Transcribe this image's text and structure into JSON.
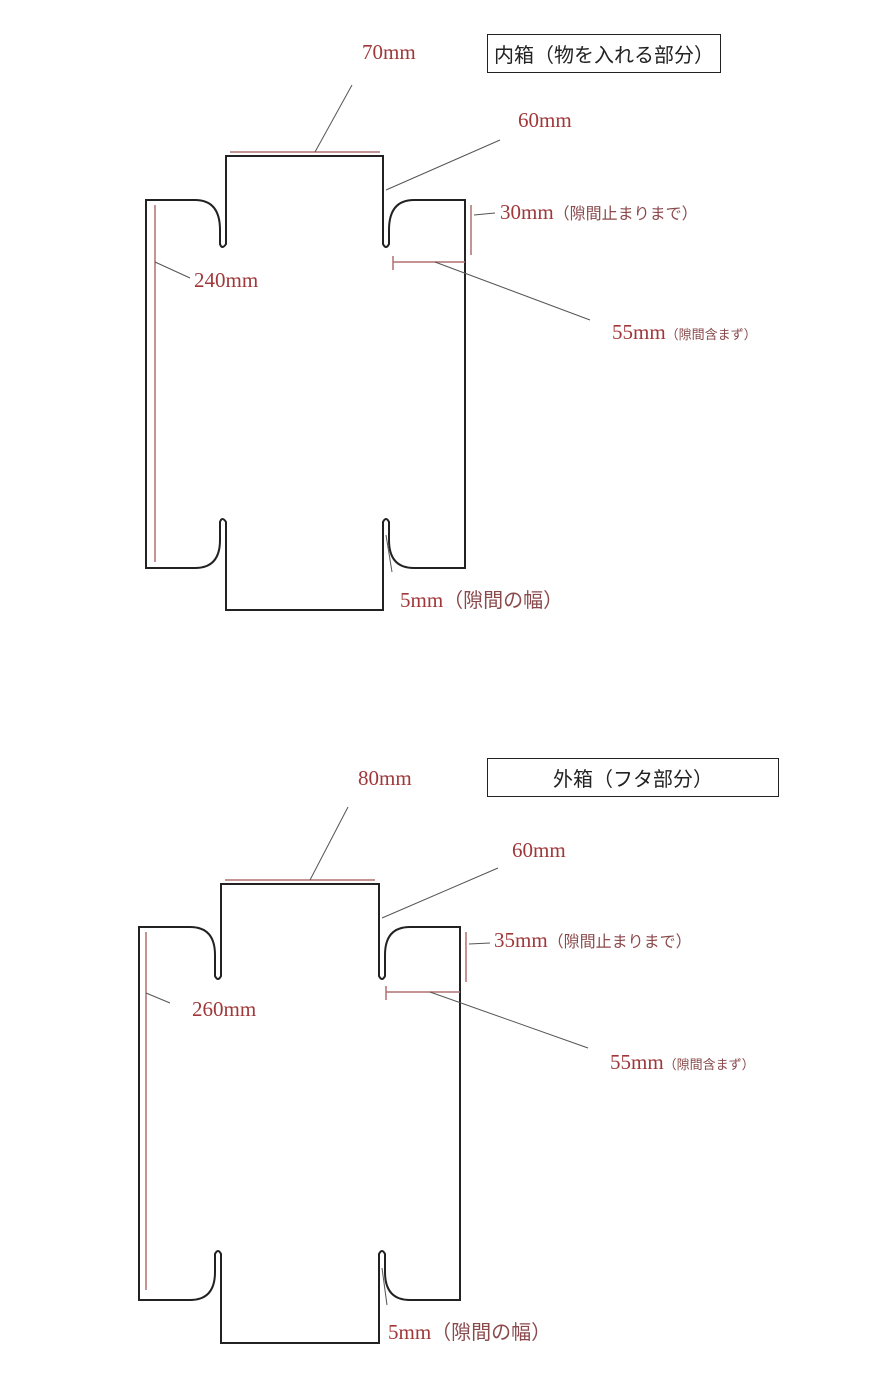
{
  "diagrams": [
    {
      "title": "内箱（物を入れる部分）",
      "labels": {
        "top_width": "70mm",
        "flap_height": "60mm",
        "slit_depth": "30mm",
        "slit_depth_note": "（隙間止まりまで）",
        "total_length": "240mm",
        "side_width": "55mm",
        "side_width_note": "（隙間含まず）",
        "slit_width": "5mm",
        "slit_width_note": "（隙間の幅）"
      }
    },
    {
      "title": "外箱（フタ部分）",
      "labels": {
        "top_width": "80mm",
        "flap_height": "60mm",
        "slit_depth": "35mm",
        "slit_depth_note": "（隙間止まりまで）",
        "total_length": "260mm",
        "side_width": "55mm",
        "side_width_note": "（隙間含まず）",
        "slit_width": "5mm",
        "slit_width_note": "（隙間の幅）"
      }
    }
  ],
  "colors": {
    "outline": "#222222",
    "dimension_text": "#a0383a",
    "dimension_line": "#555555",
    "dimension_mark": "#b07070"
  }
}
